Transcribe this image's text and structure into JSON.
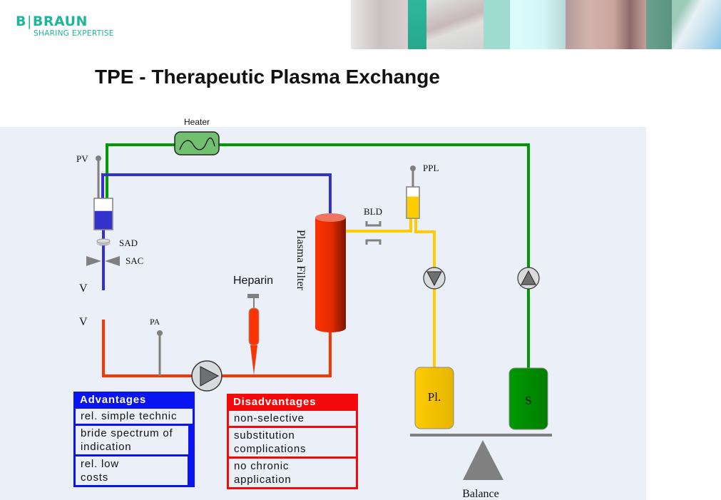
{
  "header": {
    "logo": {
      "brand_left": "B",
      "brand_right": "BRAUN",
      "tagline": "SHARING EXPERTISE",
      "color": "#1fb59a"
    },
    "banner_image": "medical-collage-photo",
    "title": "TPE - Therapeutic Plasma Exchange"
  },
  "diagram": {
    "colors": {
      "panel_bg": "#ebf0f8",
      "venous_line": "#3333cc",
      "arterial_line": "#ff3300",
      "plasma_line": "#ffcc00",
      "substitution_line": "#009900",
      "sensor_gray": "#808080"
    },
    "labels": {
      "heater": "Heater",
      "pv": "PV",
      "sad": "SAD",
      "sac": "SAC",
      "v_top": "V",
      "v_bottom": "V",
      "pa": "PA",
      "heparin": "Heparin",
      "plasma_filter": "Plasma Filter",
      "bld": "BLD",
      "ppl": "PPL",
      "plasma_bag": "Pl.",
      "substitution_bag": "S",
      "balance": "Balance"
    },
    "pumps": [
      {
        "name": "blood-pump",
        "direction": "right"
      },
      {
        "name": "plasma-pump",
        "direction": "down"
      },
      {
        "name": "substitution-pump",
        "direction": "up"
      }
    ],
    "chambers": [
      {
        "name": "venous-drip-chamber",
        "fill_level": 0.6
      },
      {
        "name": "plasma-drip-chamber",
        "fill_level": 0.7
      }
    ]
  },
  "advantages": {
    "title": "Advantages",
    "items": [
      "rel. simple technic",
      "bride spectrum of indication",
      "rel. low costs"
    ]
  },
  "disadvantages": {
    "title": "Disadvantages",
    "items": [
      "non-selective",
      "substitution complications",
      "no chronic application"
    ]
  }
}
